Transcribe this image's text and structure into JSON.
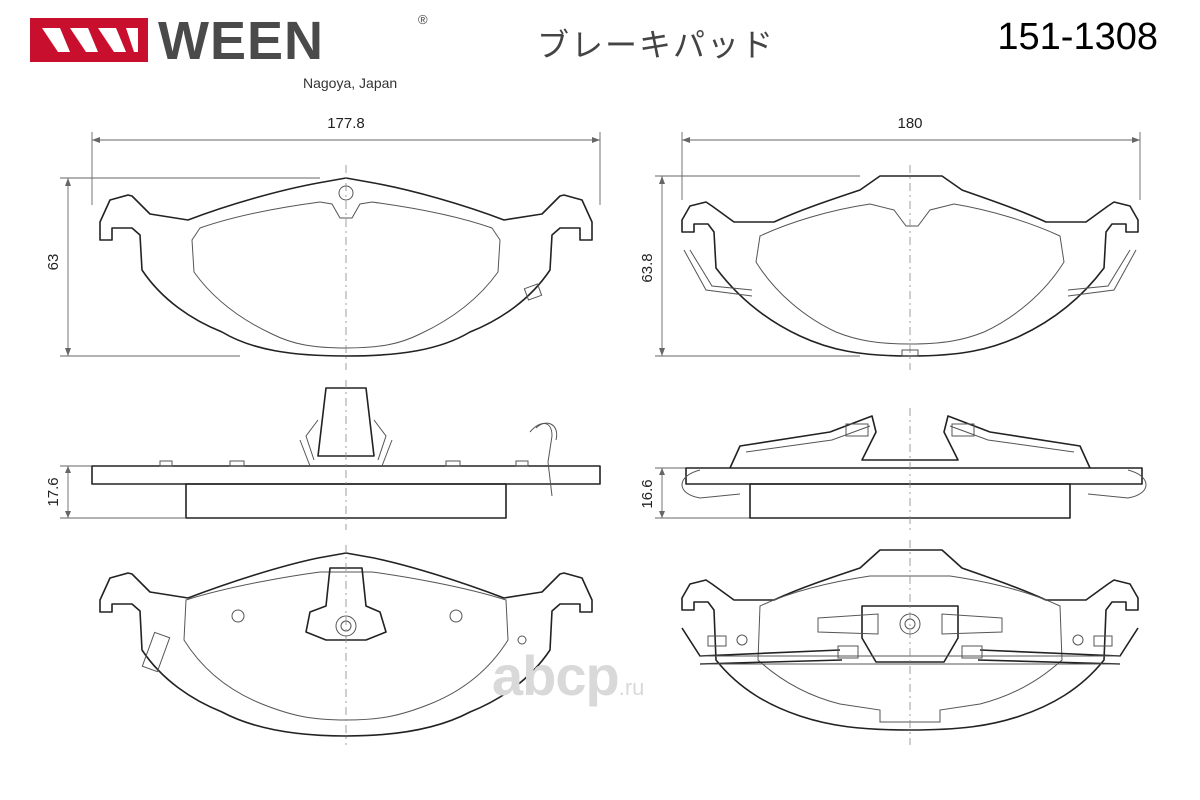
{
  "header": {
    "brand": "WEEN",
    "registered_mark": "®",
    "tagline": "Nagoya, Japan",
    "product_name": "ブレーキパッド",
    "part_number": "151-1308"
  },
  "dimensions": {
    "pad1_width": "177.8",
    "pad1_height": "63",
    "pad1_thickness": "17.6",
    "pad2_width": "180",
    "pad2_height": "63.8",
    "pad2_thickness": "16.6"
  },
  "watermark": {
    "main": "abcp",
    "tld": ".ru"
  },
  "colors": {
    "logo_red": "#c8102e",
    "brand_gray": "#4a4a4a",
    "line": "#222222",
    "watermark": "#d9d9d9"
  }
}
